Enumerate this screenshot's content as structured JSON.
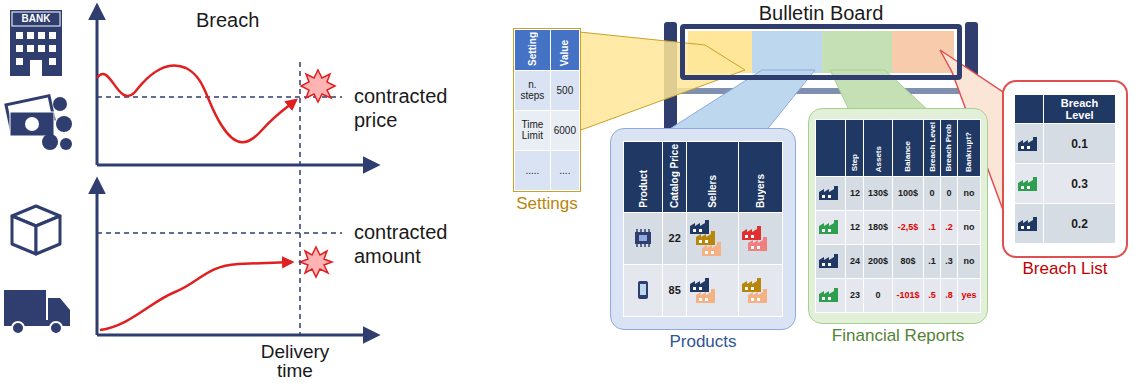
{
  "diagram": {
    "nodes": [
      {
        "text": [
          "Bulletin Board"
        ]
      },
      {
        "text": [
          "Settings",
          "Setting",
          "Value",
          "n. steps",
          "500",
          "Time Limit",
          "6000",
          ".....",
          "...."
        ]
      },
      {
        "text": [
          "Products",
          "Product",
          "Catalog Price",
          "Sellers",
          "Buyers",
          "22",
          "85"
        ]
      },
      {
        "text": [
          "Financial Reports",
          "Step",
          "Assets",
          "Balance",
          "Breach Level",
          "Breach Prob",
          "Bankrupt?",
          "12",
          "130$",
          "100$",
          "0",
          "0",
          "no",
          "12",
          "180$",
          "-2,5$",
          ".1",
          ".2",
          "no",
          "24",
          "200$",
          "80$",
          ".1",
          ".3",
          "no",
          "23",
          "0",
          "-101$",
          ".5",
          ".8",
          "yes"
        ]
      },
      {
        "text": [
          "Breach List",
          "Breach Level",
          "0.1",
          "0.3",
          "0.2"
        ]
      }
    ],
    "labels": [
      "BANK",
      "Breach",
      "contracted price",
      "contracted amount",
      "Delivery time"
    ]
  }
}
